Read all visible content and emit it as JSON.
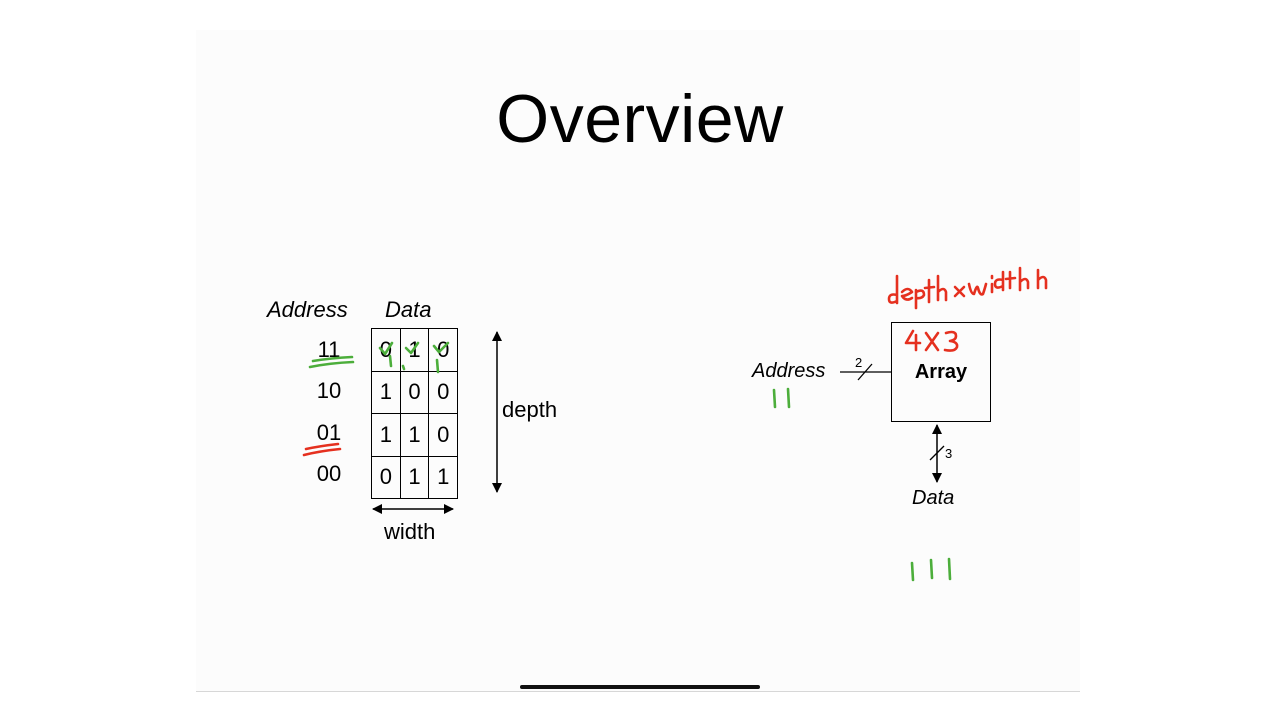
{
  "slide": {
    "title": "Overview"
  },
  "memory_table": {
    "address_header": "Address",
    "data_header": "Data",
    "rows": [
      {
        "address": "11",
        "bits": [
          "0",
          "1",
          "0"
        ]
      },
      {
        "address": "10",
        "bits": [
          "1",
          "0",
          "0"
        ]
      },
      {
        "address": "01",
        "bits": [
          "1",
          "1",
          "0"
        ]
      },
      {
        "address": "00",
        "bits": [
          "0",
          "1",
          "1"
        ]
      }
    ],
    "depth_label": "depth",
    "width_label": "width"
  },
  "array_block": {
    "label": "Array",
    "address_label": "Address",
    "data_label": "Data",
    "address_bus_width": "2",
    "data_bus_width": "3"
  },
  "annotations": {
    "depth_x_width": "depth x width",
    "size": "4 X 3",
    "address_value": "11",
    "data_value": "111",
    "red_color": "#e5301f",
    "green_color": "#4cae3b"
  }
}
